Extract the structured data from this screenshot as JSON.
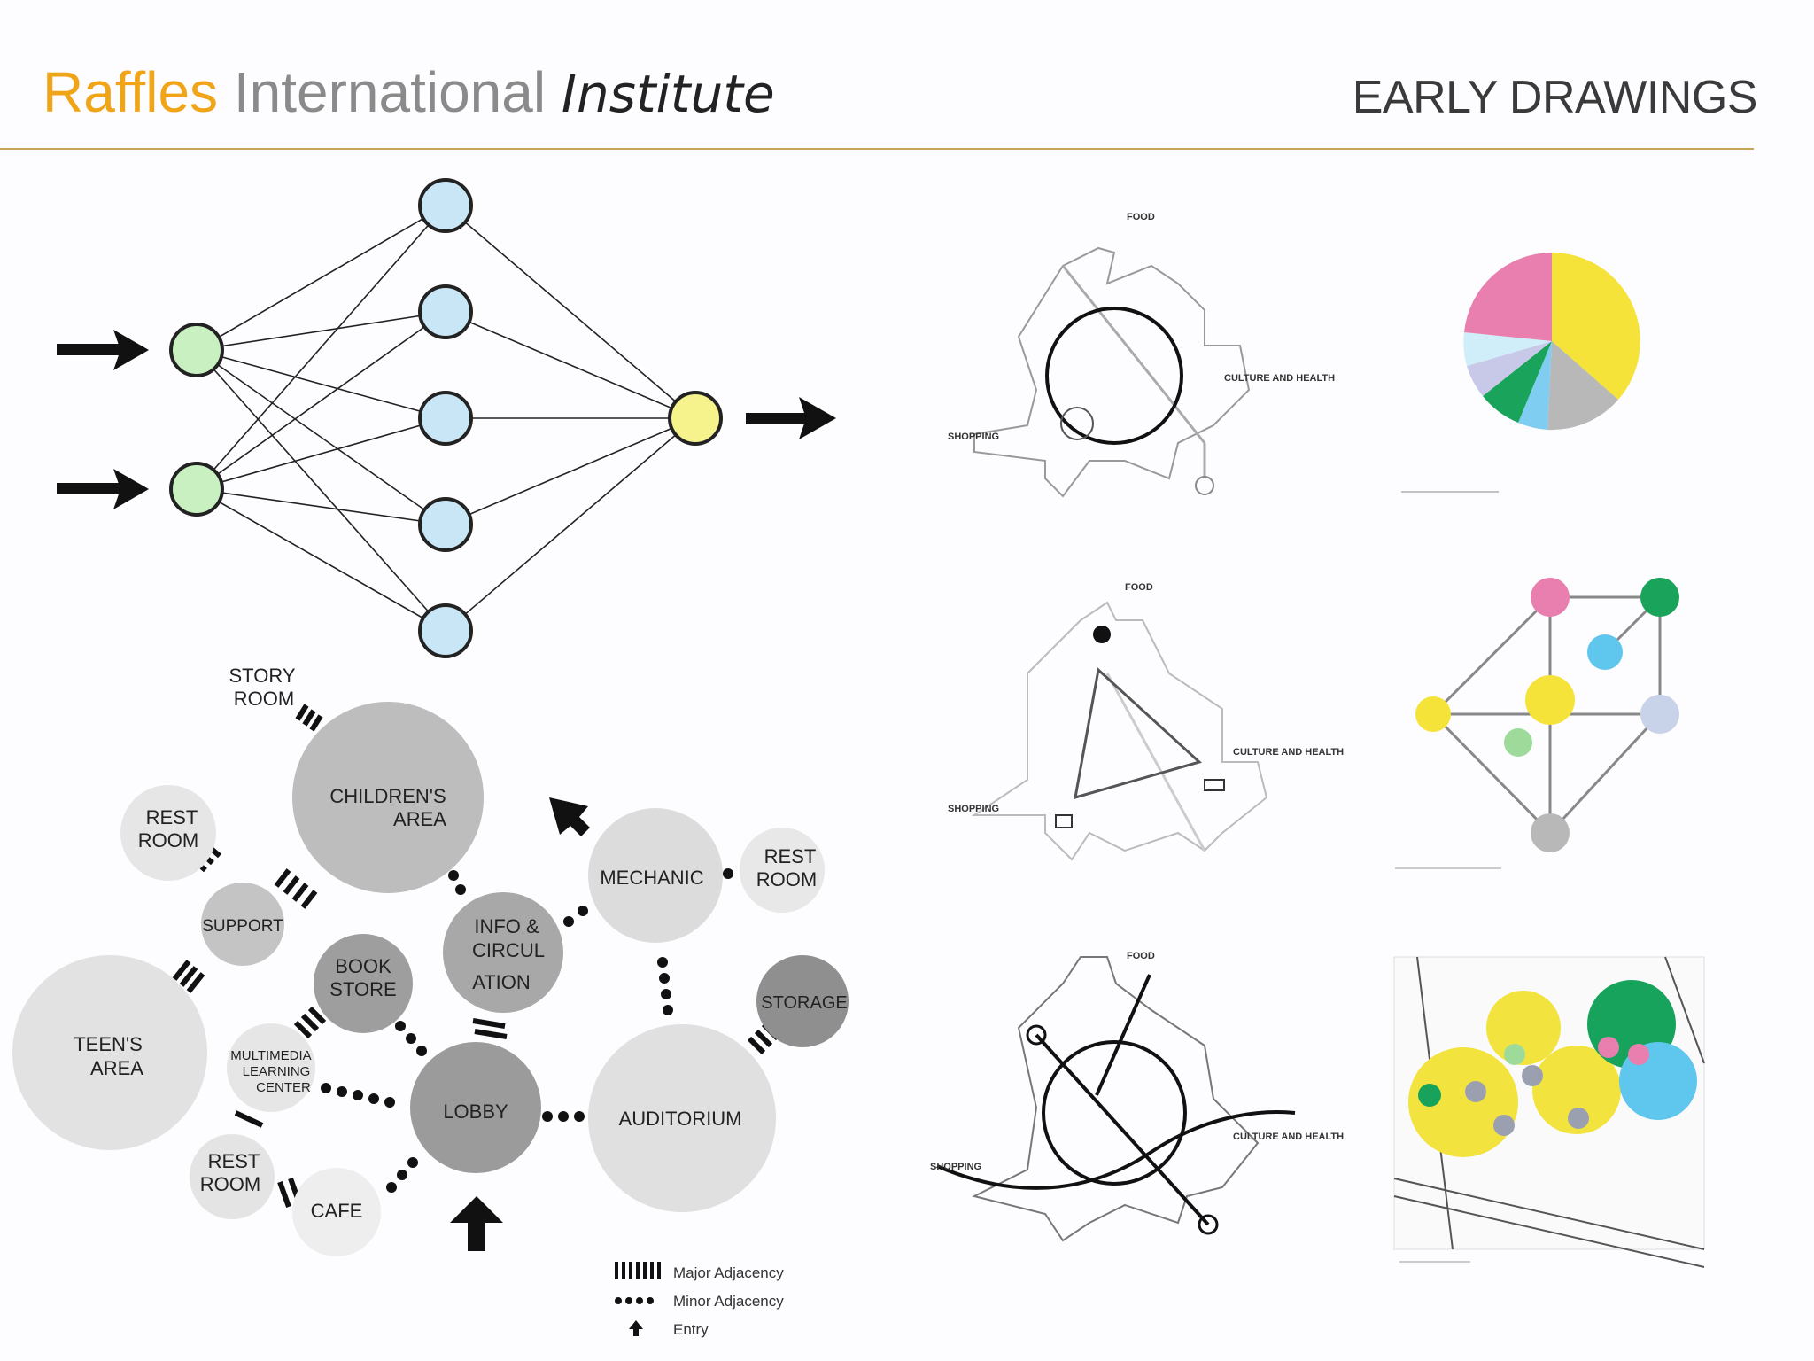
{
  "header": {
    "logo": {
      "part1": "Raffles",
      "part2": " International ",
      "part3": "Institute"
    },
    "section_title": "EARLY DRAWINGS"
  },
  "bubble_diagram": {
    "rooms": {
      "story_room_1": "STORY",
      "story_room_2": "ROOM",
      "childrens_area_1": "CHILDREN'S",
      "childrens_area_2": "AREA",
      "rest_room_a_1": "REST",
      "rest_room_a_2": "ROOM",
      "support": "SUPPORT",
      "teens_area_1": "TEEN'S",
      "teens_area_2": "AREA",
      "book_store_1": "BOOK",
      "book_store_2": "STORE",
      "info_1": "INFO &",
      "info_2": "CIRCUL",
      "info_3": "ATION",
      "mechanic": "MECHANIC",
      "rest_room_b_1": "REST",
      "rest_room_b_2": "ROOM",
      "storage": "STORAGE",
      "multimedia_1": "MULTIMEDIA",
      "multimedia_2": "LEARNING",
      "multimedia_3": "CENTER",
      "lobby": "LOBBY",
      "auditorium": "AUDITORIUM",
      "rest_room_c_1": "REST",
      "rest_room_c_2": "ROOM",
      "cafe": "CAFE"
    },
    "legend": {
      "major": "Major Adjacency",
      "minor": "Minor Adjacency",
      "entry": "Entry"
    }
  },
  "site_sketches": {
    "top": {
      "food": "FOOD",
      "culture": "CULTURE AND HEALTH",
      "shopping": "SHOPPING"
    },
    "middle": {
      "food": "FOOD",
      "culture": "CULTURE AND HEALTH",
      "shopping": "SHOPPING"
    },
    "bottom": {
      "food": "FOOD",
      "culture": "CULTURE AND HEALTH",
      "shopping": "SHOPPING"
    }
  },
  "colors": {
    "accent": "#f0a418",
    "rule": "#c9a35a",
    "node_input": "#c8f0c0",
    "node_hidden": "#c9e6f7",
    "node_output": "#f6f28c",
    "pie_yellow": "#f5e33a",
    "pie_pink": "#e97fae",
    "pie_green": "#1aa35a",
    "pie_blue": "#7fcdf0",
    "pie_grey": "#b8b8b8"
  }
}
